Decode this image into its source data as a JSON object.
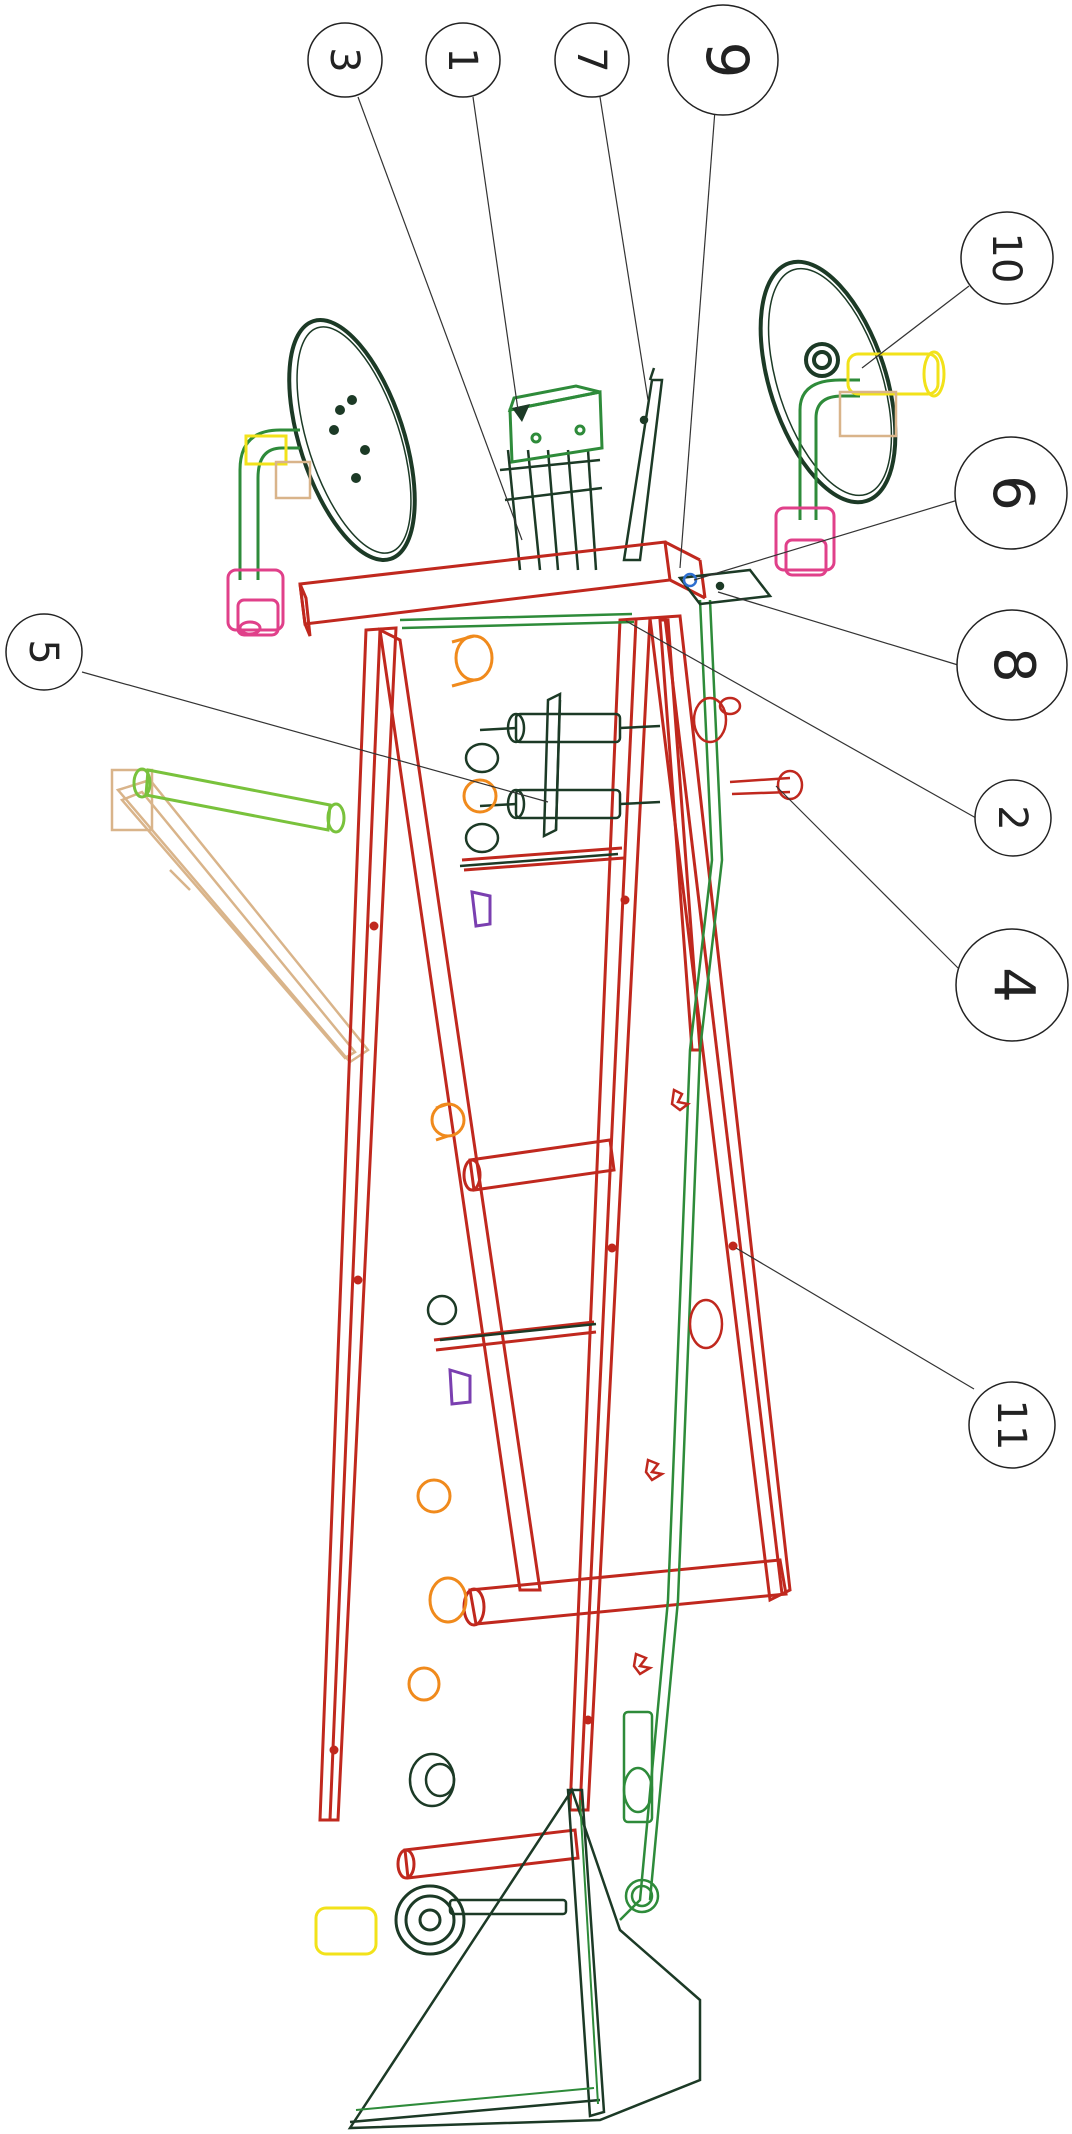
{
  "diagram": {
    "colors": {
      "frame": "#c0281e",
      "conveyor": "#2e8b3a",
      "dark": "#1c3a26",
      "orange": "#f08a1c",
      "yellow": "#f2e21a",
      "pink": "#e0408a",
      "tan": "#d9b48a",
      "lime": "#79c23c",
      "purple": "#7a3fb0",
      "black": "#222222"
    },
    "callouts": [
      {
        "id": "3",
        "label": "3"
      },
      {
        "id": "1",
        "label": "1"
      },
      {
        "id": "7",
        "label": "7"
      },
      {
        "id": "9",
        "label": "9"
      },
      {
        "id": "10",
        "label": "10"
      },
      {
        "id": "5",
        "label": "5"
      },
      {
        "id": "6",
        "label": "6"
      },
      {
        "id": "8",
        "label": "8"
      },
      {
        "id": "2",
        "label": "2"
      },
      {
        "id": "4",
        "label": "4"
      },
      {
        "id": "11",
        "label": "11"
      }
    ]
  }
}
